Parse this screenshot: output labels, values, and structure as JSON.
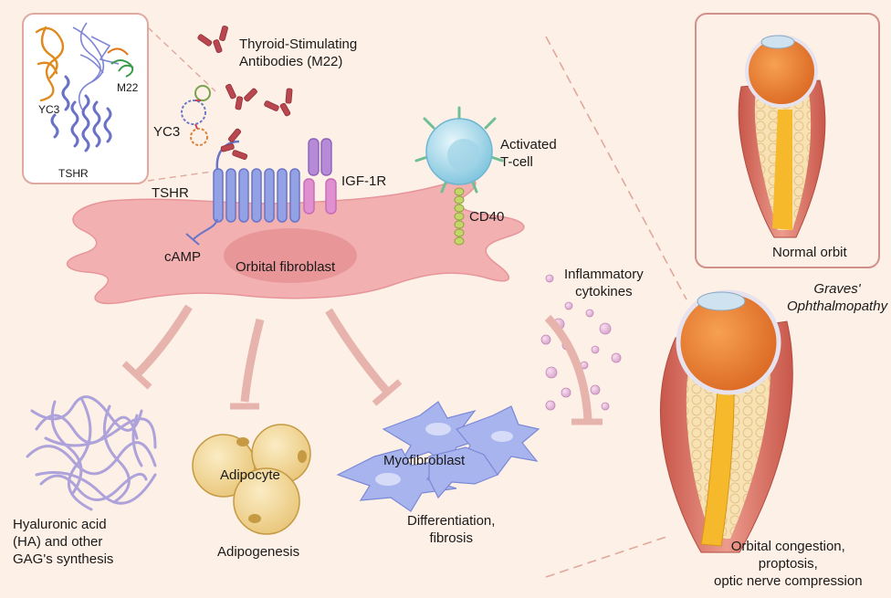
{
  "inset_structure": {
    "yc3": "YC3",
    "m22": "M22",
    "tshr": "TSHR"
  },
  "labels": {
    "antibodies": "Thyroid-Stimulating\nAntibodies (M22)",
    "yc3": "YC3",
    "tshr": "TSHR",
    "igf1r": "IGF-1R",
    "activated_tcell": "Activated\nT-cell",
    "cd40": "CD40",
    "camp": "cAMP",
    "orbital_fibroblast": "Orbital fibroblast",
    "inflammatory_cytokines": "Inflammatory\ncytokines",
    "hyaluronic_acid": "Hyaluronic acid\n(HA) and other\nGAG's synthesis",
    "adipocyte": "Adipocyte",
    "adipogenesis": "Adipogenesis",
    "myofibroblast": "Myofibroblast",
    "differentiation": "Differentiation,\nfibrosis",
    "normal_orbit": "Normal orbit",
    "graves": "Graves'\nOphthalmopathy",
    "congestion": "Orbital congestion,\nproptosis,\noptic nerve compression"
  },
  "colors": {
    "background": "#fdf0e6",
    "cell": "#f0aeb0",
    "nucleus": "#e89597",
    "tshr_receptor": "#7f8fd6",
    "igf1r_receptor": "#b67fd4",
    "antibody": "#b8474f",
    "tcell": "#a7d8ea",
    "inhibition_arrow": "#e7b3ad",
    "fat": "#f7dfae",
    "muscle": "#d66f61",
    "optic_nerve": "#f6b92b",
    "eyeball": "#ea7a3a"
  }
}
